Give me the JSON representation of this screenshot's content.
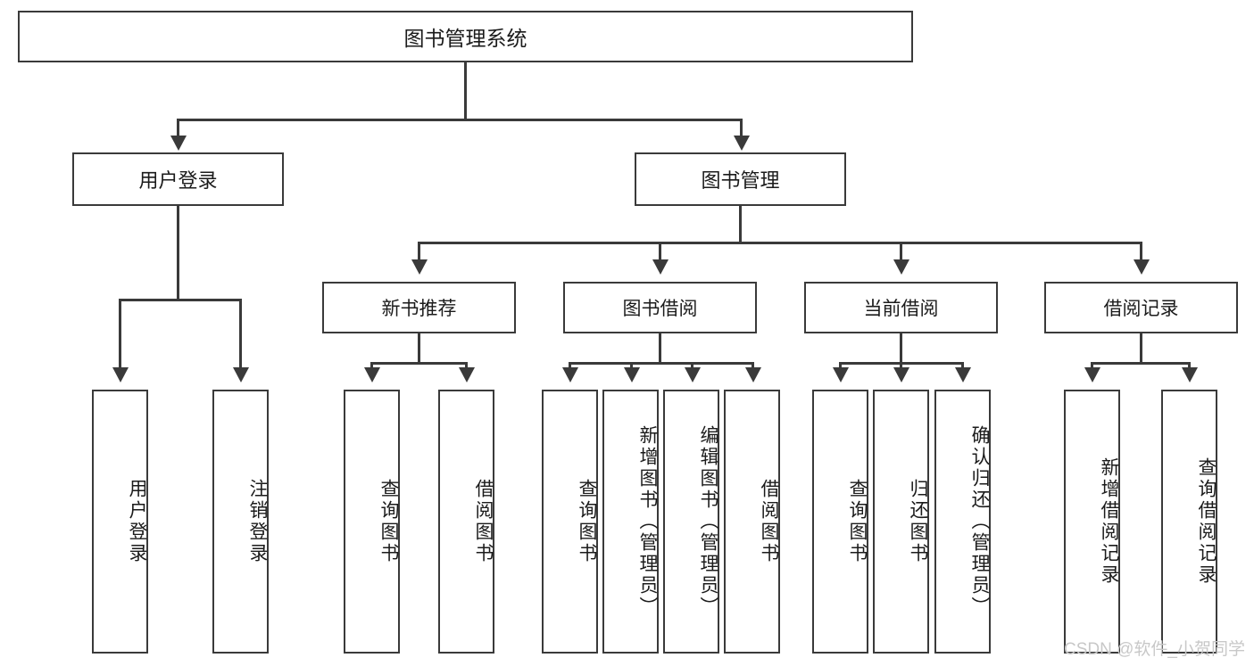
{
  "diagram": {
    "title": "图书管理系统",
    "type": "hierarchy-tree",
    "root": {
      "label": "图书管理系统"
    },
    "level1": [
      {
        "label": "用户登录"
      },
      {
        "label": "图书管理"
      }
    ],
    "level2": [
      {
        "label": "新书推荐"
      },
      {
        "label": "图书借阅"
      },
      {
        "label": "当前借阅"
      },
      {
        "label": "借阅记录"
      }
    ],
    "leaves": {
      "user_login": [
        {
          "label": "用户登录"
        },
        {
          "label": "注销登录"
        }
      ],
      "new_book_recommend": [
        {
          "label": "查询图书"
        },
        {
          "label": "借阅图书"
        }
      ],
      "book_borrow": [
        {
          "label": "查询图书"
        },
        {
          "label": "新增图书（管理员）"
        },
        {
          "label": "编辑图书（管理员）"
        },
        {
          "label": "借阅图书"
        }
      ],
      "current_borrow": [
        {
          "label": "查询图书"
        },
        {
          "label": "归还图书"
        },
        {
          "label": "确认归还（管理员）"
        }
      ],
      "borrow_record": [
        {
          "label": "新增借阅记录"
        },
        {
          "label": "查询借阅记录"
        }
      ]
    }
  },
  "watermark": {
    "text": "CSDN @软件_小贺同学"
  },
  "colors": {
    "stroke": "#3a3a3a",
    "box_fill": "#ffffff",
    "text": "#1b1b1b",
    "watermark": "#c8c8c8",
    "background": "#ffffff"
  }
}
